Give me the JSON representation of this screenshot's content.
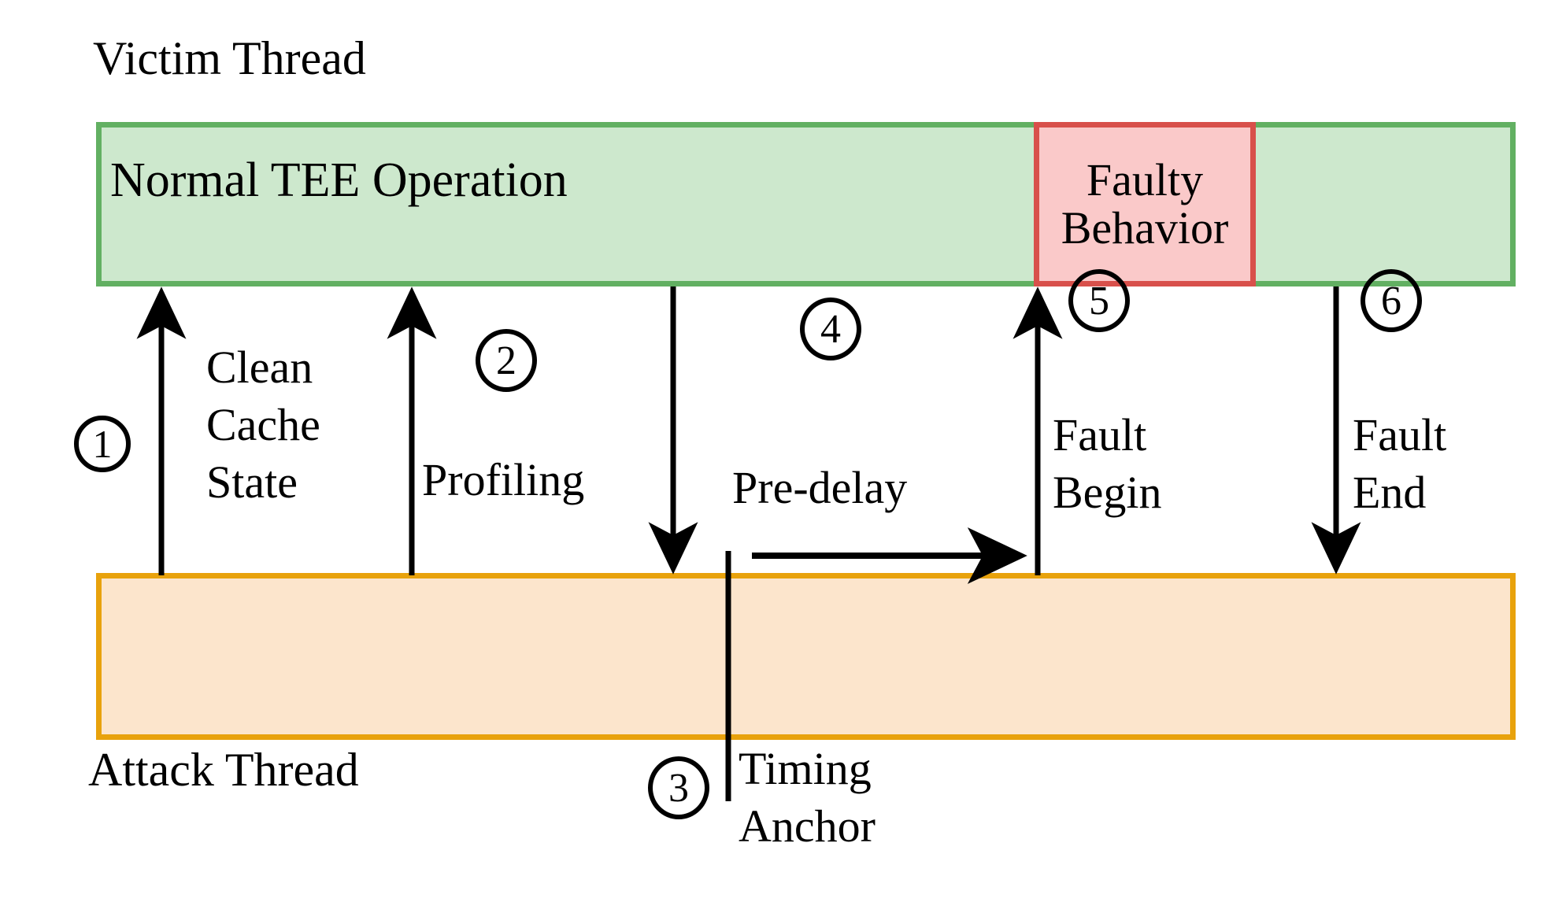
{
  "diagram": {
    "title_victim": "Victim Thread",
    "title_attack": "Attack Thread",
    "lanes": {
      "victim": {
        "normal_label": "Normal TEE Operation",
        "fault_label_line1": "Faulty",
        "fault_label_line2": "Behavior",
        "fill": "#cde8cd",
        "stroke": "#62b062",
        "fault_fill": "#fac9c9",
        "fault_stroke": "#d8504b"
      },
      "attack": {
        "fill": "#fce5cc",
        "stroke": "#e8a20c"
      }
    },
    "steps": [
      {
        "number": "1",
        "label_line1": "Clean",
        "label_line2": "Cache",
        "label_line3": "State",
        "direction": "up"
      },
      {
        "number": "2",
        "label_line1": "Profiling",
        "direction": "up"
      },
      {
        "number": "3",
        "label_line1": "Timing",
        "label_line2": "Anchor",
        "direction": "down"
      },
      {
        "number": "4",
        "label_line1": "Pre-delay",
        "direction": "right"
      },
      {
        "number": "5",
        "label_line1": "Fault",
        "label_line2": "Begin",
        "direction": "up"
      },
      {
        "number": "6",
        "label_line1": "Fault",
        "label_line2": "End",
        "direction": "down"
      }
    ]
  }
}
